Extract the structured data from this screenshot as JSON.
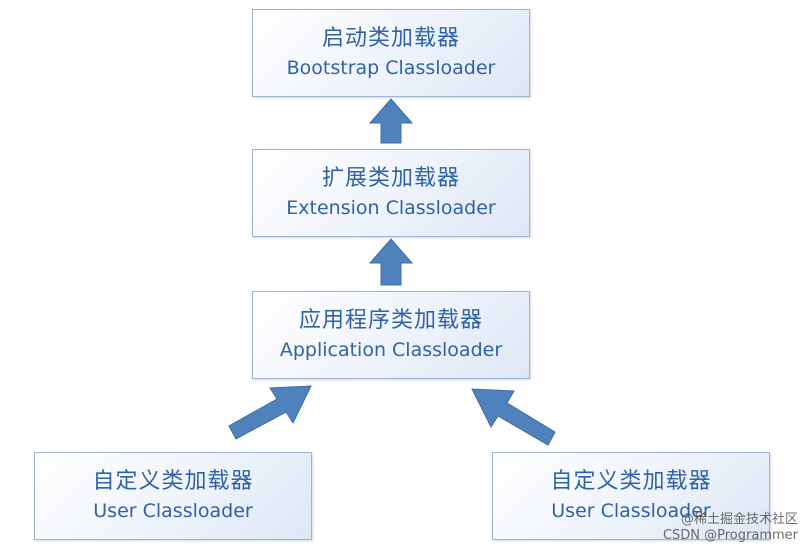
{
  "diagram": {
    "nodes": {
      "bootstrap": {
        "zh": "启动类加载器",
        "en": "Bootstrap Classloader"
      },
      "extension": {
        "zh": "扩展类加载器",
        "en": "Extension Classloader"
      },
      "application": {
        "zh": "应用程序类加载器",
        "en": "Application Classloader"
      },
      "user_left": {
        "zh": "自定义类加载器",
        "en": "User Classloader"
      },
      "user_right": {
        "zh": "自定义类加载器",
        "en": "User Classloader"
      }
    },
    "edges": [
      {
        "from": "extension",
        "to": "bootstrap"
      },
      {
        "from": "application",
        "to": "extension"
      },
      {
        "from": "user_left",
        "to": "application"
      },
      {
        "from": "user_right",
        "to": "application"
      }
    ],
    "colors": {
      "box_border": "#9db3d4",
      "box_text": "#2f62a8",
      "arrow_fill": "#4f81bd"
    }
  },
  "watermark": {
    "line1": "@稀土掘金技术社区",
    "line2": "CSDN @Programmer"
  }
}
